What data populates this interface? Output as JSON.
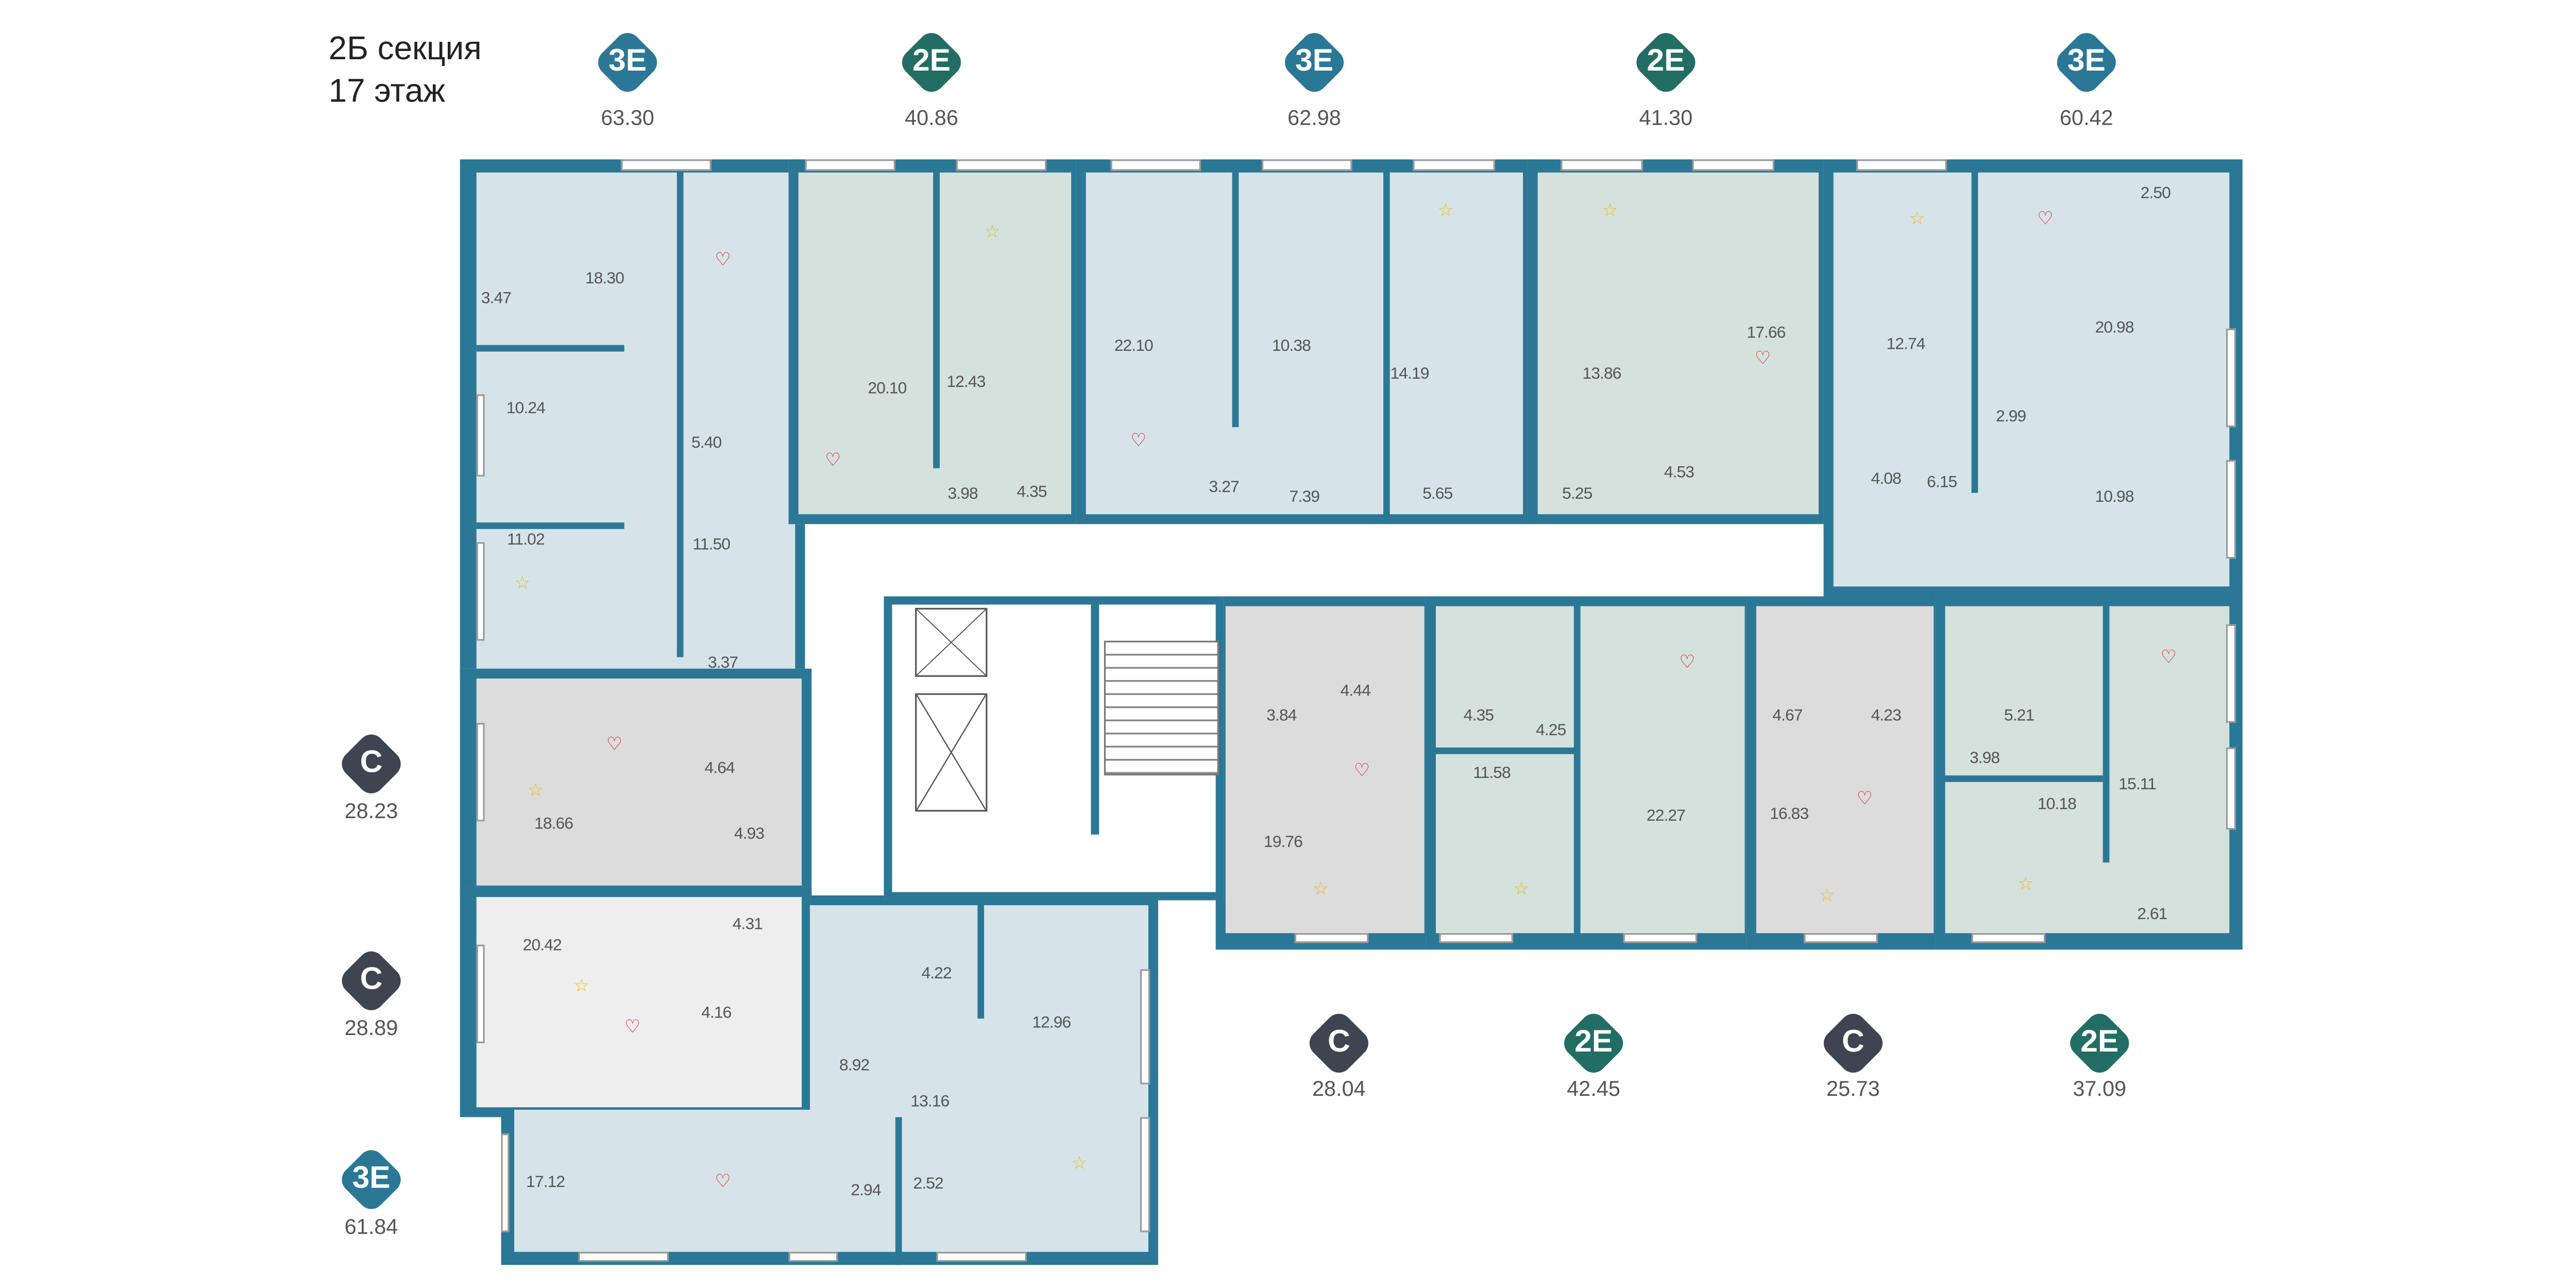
{
  "header": {
    "section": "2Б секция",
    "floor": "17 этаж"
  },
  "colors": {
    "wall": "#2a7896",
    "type_3e": "#2a7896",
    "type_2e": "#226e64",
    "type_c": "#3e4450",
    "heart": "#e02020",
    "star": "#e8c020"
  },
  "apartments": [
    {
      "type": "3Е",
      "area": "63.30"
    },
    {
      "type": "2Е",
      "area": "40.86"
    },
    {
      "type": "3Е",
      "area": "62.98"
    },
    {
      "type": "2Е",
      "area": "41.30"
    },
    {
      "type": "3Е",
      "area": "60.42"
    },
    {
      "type": "С",
      "area": "28.23"
    },
    {
      "type": "С",
      "area": "28.89"
    },
    {
      "type": "3Е",
      "area": "61.84"
    },
    {
      "type": "С",
      "area": "28.04"
    },
    {
      "type": "2Е",
      "area": "42.45"
    },
    {
      "type": "С",
      "area": "25.73"
    },
    {
      "type": "2Е",
      "area": "37.09"
    }
  ],
  "rooms": [
    "3.47",
    "18.30",
    "10.24",
    "5.40",
    "20.10",
    "12.43",
    "3.98",
    "4.35",
    "22.10",
    "10.38",
    "3.27",
    "7.39",
    "14.19",
    "5.65",
    "13.86",
    "5.25",
    "17.66",
    "4.53",
    "12.74",
    "2.99",
    "4.08",
    "6.15",
    "20.98",
    "2.50",
    "10.98",
    "11.02",
    "11.50",
    "3.37",
    "18.66",
    "4.64",
    "4.93",
    "20.42",
    "4.31",
    "4.16",
    "8.92",
    "4.22",
    "12.96",
    "17.12",
    "2.94",
    "2.52",
    "13.16",
    "3.84",
    "4.44",
    "4.35",
    "4.25",
    "19.76",
    "11.58",
    "22.27",
    "4.67",
    "4.23",
    "16.83",
    "5.21",
    "3.98",
    "15.11",
    "10.18",
    "2.61"
  ]
}
